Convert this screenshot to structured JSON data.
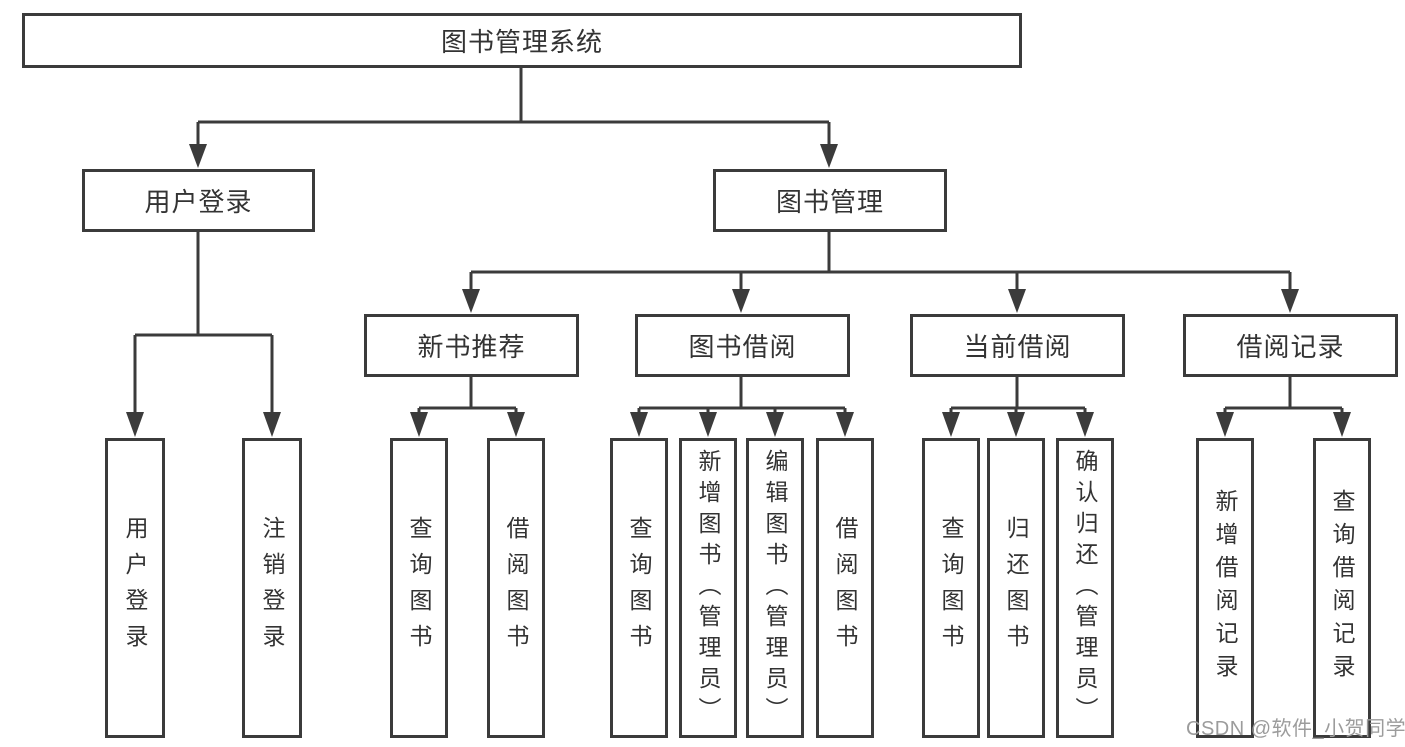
{
  "diagram": {
    "root": {
      "label": "图书管理系统",
      "children": [
        {
          "label": "用户登录",
          "children": [
            {
              "label": "用户登录"
            },
            {
              "label": "注销登录"
            }
          ]
        },
        {
          "label": "图书管理",
          "children": [
            {
              "label": "新书推荐",
              "children": [
                {
                  "label": "查询图书"
                },
                {
                  "label": "借阅图书"
                }
              ]
            },
            {
              "label": "图书借阅",
              "children": [
                {
                  "label": "查询图书"
                },
                {
                  "label": "新增图书（管理员）"
                },
                {
                  "label": "编辑图书（管理员）"
                },
                {
                  "label": "借阅图书"
                }
              ]
            },
            {
              "label": "当前借阅",
              "children": [
                {
                  "label": "查询图书"
                },
                {
                  "label": "归还图书"
                },
                {
                  "label": "确认归还（管理员）"
                }
              ]
            },
            {
              "label": "借阅记录",
              "children": [
                {
                  "label": "新增借阅记录"
                },
                {
                  "label": "查询借阅记录"
                }
              ]
            }
          ]
        }
      ]
    }
  },
  "watermark": {
    "text": "CSDN @软件_小贺同学"
  },
  "colors": {
    "line": "#3b3b3b",
    "box_border": "#3b3b3b",
    "text": "#333333",
    "watermark": "#9c9c9c",
    "background": "#ffffff"
  }
}
